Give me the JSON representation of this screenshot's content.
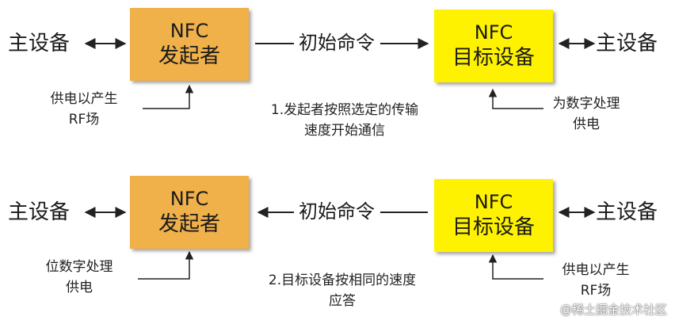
{
  "top": {
    "left_host": "主设备",
    "initiator": {
      "line1": "NFC",
      "line2": "发起者"
    },
    "command": "初始命令",
    "target": {
      "line1": "NFC",
      "line2": "目标设备"
    },
    "right_host": "主设备",
    "left_note": {
      "line1": "供电以产生",
      "line2": "RF场"
    },
    "caption": {
      "line1": "1.发起者按照选定的传输",
      "line2": "速度开始通信"
    },
    "right_note": {
      "line1": "为数字处理",
      "line2": "供电"
    }
  },
  "bottom": {
    "left_host": "主设备",
    "initiator": {
      "line1": "NFC",
      "line2": "发起者"
    },
    "command": "初始命令",
    "target": {
      "line1": "NFC",
      "line2": "目标设备"
    },
    "right_host": "主设备",
    "left_note": {
      "line1": "位数字处理",
      "line2": "供电"
    },
    "caption": {
      "line1": "2.目标设备按相同的速度",
      "line2": "应答"
    },
    "right_note": {
      "line1": "供电以产生",
      "line2": "RF场"
    }
  },
  "watermark": "@稀土掘金技术社区",
  "colors": {
    "initiator_fill": "#f0b04a",
    "target_fill": "#fff200",
    "line": "#222222"
  }
}
